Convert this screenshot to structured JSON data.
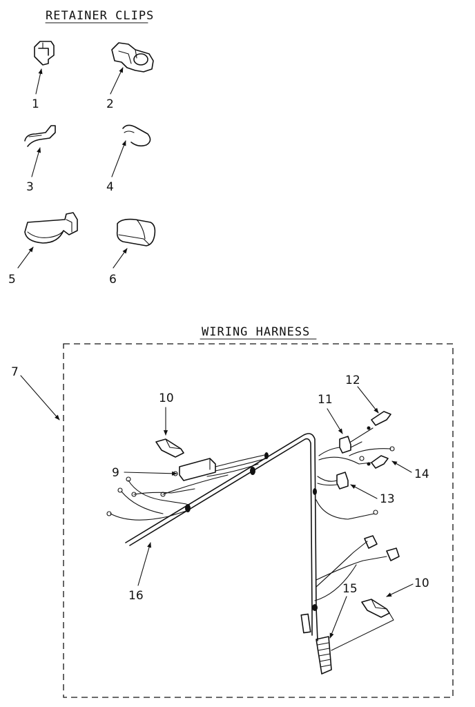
{
  "titles": {
    "retainer_clips": "RETAINER CLIPS",
    "wiring_harness": "WIRING HARNESS"
  },
  "callouts": {
    "c1": "1",
    "c2": "2",
    "c3": "3",
    "c4": "4",
    "c5": "5",
    "c6": "6",
    "c7": "7",
    "c9": "9",
    "c10a": "10",
    "c10b": "10",
    "c11": "11",
    "c12": "12",
    "c13": "13",
    "c14": "14",
    "c15": "15",
    "c16": "16"
  },
  "colors": {
    "ink": "#111111",
    "paper": "#ffffff"
  }
}
